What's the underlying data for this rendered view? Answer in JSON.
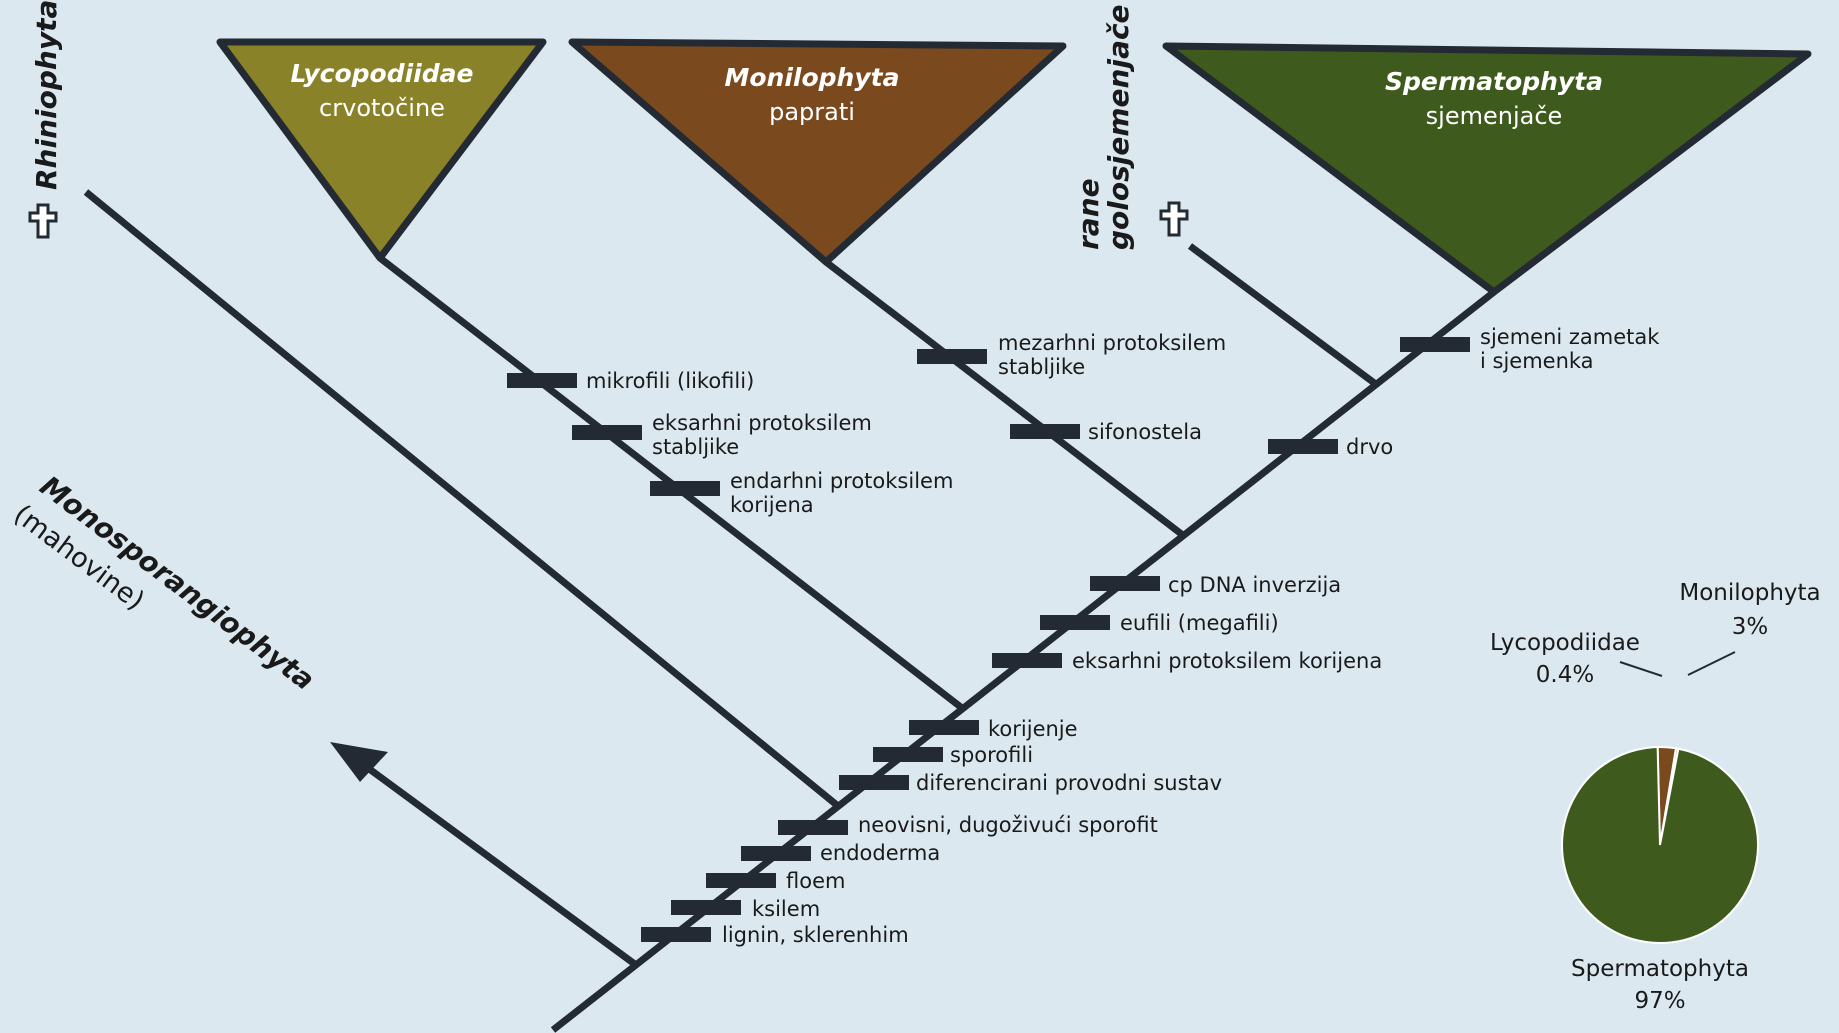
{
  "colors": {
    "background": "#dbe8f0",
    "line": "#232a33",
    "lycopodiidae": "#8a8228",
    "monilophyta": "#7a4a1e",
    "spermatophyta": "#3e5a1c",
    "text": "#1a1a1a"
  },
  "clades": {
    "lycopodiidae": {
      "name": "Lycopodiidae",
      "common": "crvotočine"
    },
    "monilophyta": {
      "name": "Monilophyta",
      "common": "paprati"
    },
    "spermatophyta": {
      "name": "Spermatophyta",
      "common": "sjemenjače"
    }
  },
  "extinct": {
    "rhiniophyta": {
      "name": "Rhiniophyta",
      "icon": "cross-icon"
    },
    "early_gymnosperms": {
      "line1": "rane",
      "line2": "golosjemenjače",
      "icon": "cross-icon"
    }
  },
  "outgroup": {
    "name": "Monosporangiophyta",
    "common": "(mahovine)"
  },
  "characters": {
    "lignin": "lignin, sklerenhim",
    "ksilem": "ksilem",
    "floem": "floem",
    "endoderma": "endoderma",
    "sporofit": "neovisni, dugoživući sporofit",
    "provodni": "diferencirani provodni sustav",
    "sporofili": "sporofili",
    "korijenje": "korijenje",
    "eksarhni_korijena": "eksarhni protoksilem korijena",
    "eufili": "eufili (megafili)",
    "cp_dna": "cp DNA inverzija",
    "mikrofili": "mikrofili (likofili)",
    "eksarhni_stabljike_1": "eksarhni protoksilem",
    "eksarhni_stabljike_2": "stabljike",
    "endarhni_1": "endarhni protoksilem",
    "endarhni_2": "korijena",
    "mezarhni_1": "mezarhni protoksilem",
    "mezarhni_2": "stabljike",
    "sifonostela": "sifonostela",
    "drvo": "drvo",
    "sjemeni_1": "sjemeni zametak",
    "sjemeni_2": "i sjemenka"
  },
  "pie": {
    "slices": [
      {
        "name": "Spermatophyta",
        "value": 97,
        "label": "97%",
        "color": "#3e5a1c"
      },
      {
        "name": "Monilophyta",
        "value": 3,
        "label": "3%",
        "color": "#7a4a1e"
      },
      {
        "name": "Lycopodiidae",
        "value": 0.4,
        "label": "0.4%",
        "color": "#8a8228"
      }
    ]
  }
}
